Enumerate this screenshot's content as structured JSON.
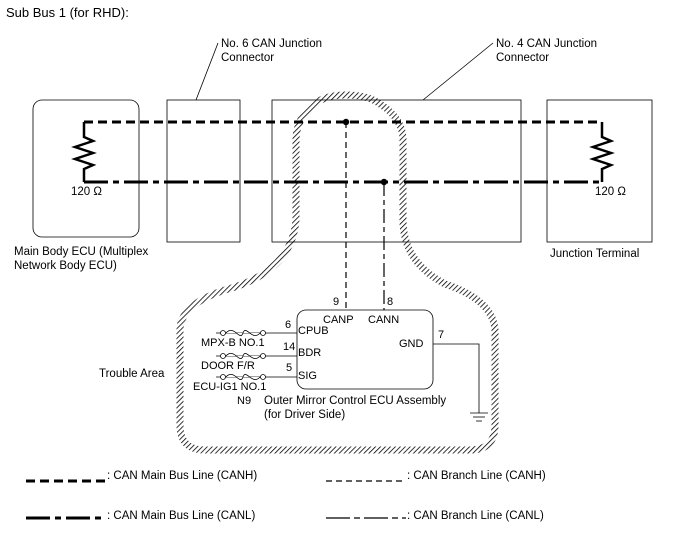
{
  "title": "Sub Bus 1 (for RHD):",
  "components": {
    "main_body_ecu": "Main Body ECU (Multiplex\nNetwork Body ECU)",
    "no6_connector": "No. 6 CAN Junction\nConnector",
    "no4_connector": "No. 4 CAN Junction\nConnector",
    "junction_terminal": "Junction Terminal",
    "outer_mirror_ecu": "Outer Mirror Control ECU Assembly\n(for Driver Side)",
    "connector_code": "N9"
  },
  "resistors": {
    "left": "120 Ω",
    "right": "120 Ω"
  },
  "trouble_area": "Trouble Area",
  "pins": {
    "canp": {
      "label": "CANP",
      "number": "9"
    },
    "cann": {
      "label": "CANN",
      "number": "8"
    },
    "cpub": {
      "label": "CPUB",
      "number": "6"
    },
    "bdr": {
      "label": "BDR",
      "number": "14"
    },
    "sig": {
      "label": "SIG",
      "number": "5"
    },
    "gnd": {
      "label": "GND",
      "number": "7"
    }
  },
  "fuses": {
    "mpx_b": "MPX-B NO.1",
    "door_fr": "DOOR F/R",
    "ecu_ig1": "ECU-IG1 NO.1"
  },
  "legend": {
    "main_canh": ": CAN Main Bus Line (CANH)",
    "branch_canh": ": CAN Branch Line (CANH)",
    "main_canl": ": CAN Main Bus Line (CANL)",
    "branch_canl": ": CAN Branch Line (CANL)"
  }
}
